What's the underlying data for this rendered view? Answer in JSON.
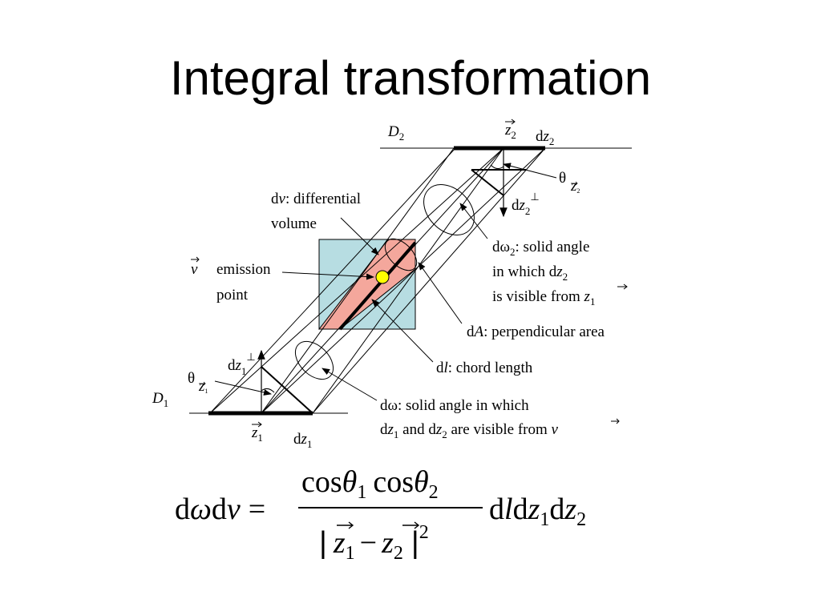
{
  "slide": {
    "title": "Integral transformation"
  },
  "diagram": {
    "colors": {
      "volume_box": "#b7dde2",
      "volume_cone": "#f4a79c",
      "emission_point": "#ffff00",
      "lines": "#000000"
    },
    "detector_top": {
      "name": "D",
      "sub": "2",
      "vector": "z",
      "vector_sub": "2",
      "element_d": "d",
      "element_var": "z",
      "element_sub": "2"
    },
    "detector_bottom": {
      "name": "D",
      "sub": "1",
      "vector": "z",
      "vector_sub": "1",
      "element_d": "d",
      "element_var": "z",
      "element_sub": "1"
    },
    "theta_top": {
      "sym": "θ",
      "vec": "z",
      "sub": "2"
    },
    "theta_bottom": {
      "sym": "θ",
      "vec": "z",
      "sub": "1"
    },
    "perp_top": {
      "d": "d",
      "var": "z",
      "sub": "2",
      "sup": "⊥"
    },
    "perp_bottom": {
      "d": "d",
      "var": "z",
      "sub": "1",
      "sup": "⊥"
    },
    "dv_label": {
      "d": "d",
      "var": "v",
      "rest": ": differential",
      "line2": "volume"
    },
    "emission_label": {
      "vec": "v",
      "line1": "emission",
      "line2": "point"
    },
    "domega2_label": {
      "line1_d": "dω",
      "line1_sub": "2",
      "line1_rest": ": solid angle",
      "line2_pre": "in which d",
      "line2_var": "z",
      "line2_sub": "2",
      "line3_pre": "is visible from ",
      "line3_var": "z",
      "line3_sub": "1"
    },
    "dA_label": {
      "d": "d",
      "var": "A",
      "rest": ": perpendicular area"
    },
    "dl_label": {
      "d": "d",
      "var": "l",
      "rest": ": chord length"
    },
    "domega_label": {
      "line1": "dω: solid angle in which",
      "line2_a": "d",
      "line2_var1": "z",
      "line2_sub1": "1",
      "line2_mid": " and d",
      "line2_var2": "z",
      "line2_sub2": "2",
      "line2_rest": " are visible from ",
      "line2_vec": "v"
    }
  },
  "equation": {
    "lhs_d1": "d",
    "lhs_omega": "ω",
    "lhs_d2": "d",
    "lhs_v": "v",
    "equals": "=",
    "num_cos1": "cos",
    "num_theta1": "θ",
    "num_sub1": "1",
    "num_cos2": "cos",
    "num_theta2": "θ",
    "num_sub2": "2",
    "den_bar1": "|",
    "den_z1": "z",
    "den_sub1": "1",
    "den_minus": "−",
    "den_z2": "z",
    "den_sub2": "2",
    "den_bar2": "|",
    "den_exp": "2",
    "rhs_d1": "d",
    "rhs_l": "l",
    "rhs_d2": "d",
    "rhs_z1": "z",
    "rhs_sub1": "1",
    "rhs_d3": "d",
    "rhs_z2": "z",
    "rhs_sub2": "2"
  }
}
